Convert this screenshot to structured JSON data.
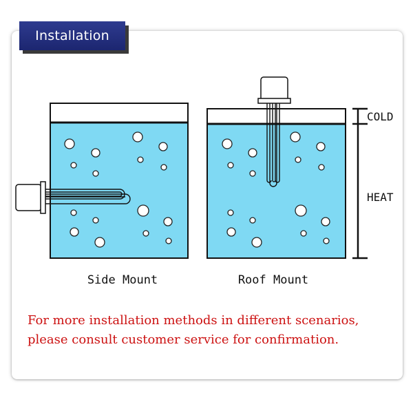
{
  "header": {
    "title": "Installation"
  },
  "diagrams": [
    {
      "caption": "Side Mount"
    },
    {
      "caption": "Roof Mount"
    }
  ],
  "levels": {
    "cold": "COLD",
    "heat": "HEAT"
  },
  "note": {
    "line1": "For more installation methods in different scenarios,",
    "line2": "please consult customer service for confirmation."
  },
  "colors": {
    "water": "#7fd9f3",
    "badge": "#25318a",
    "note_text": "#cc1111"
  }
}
